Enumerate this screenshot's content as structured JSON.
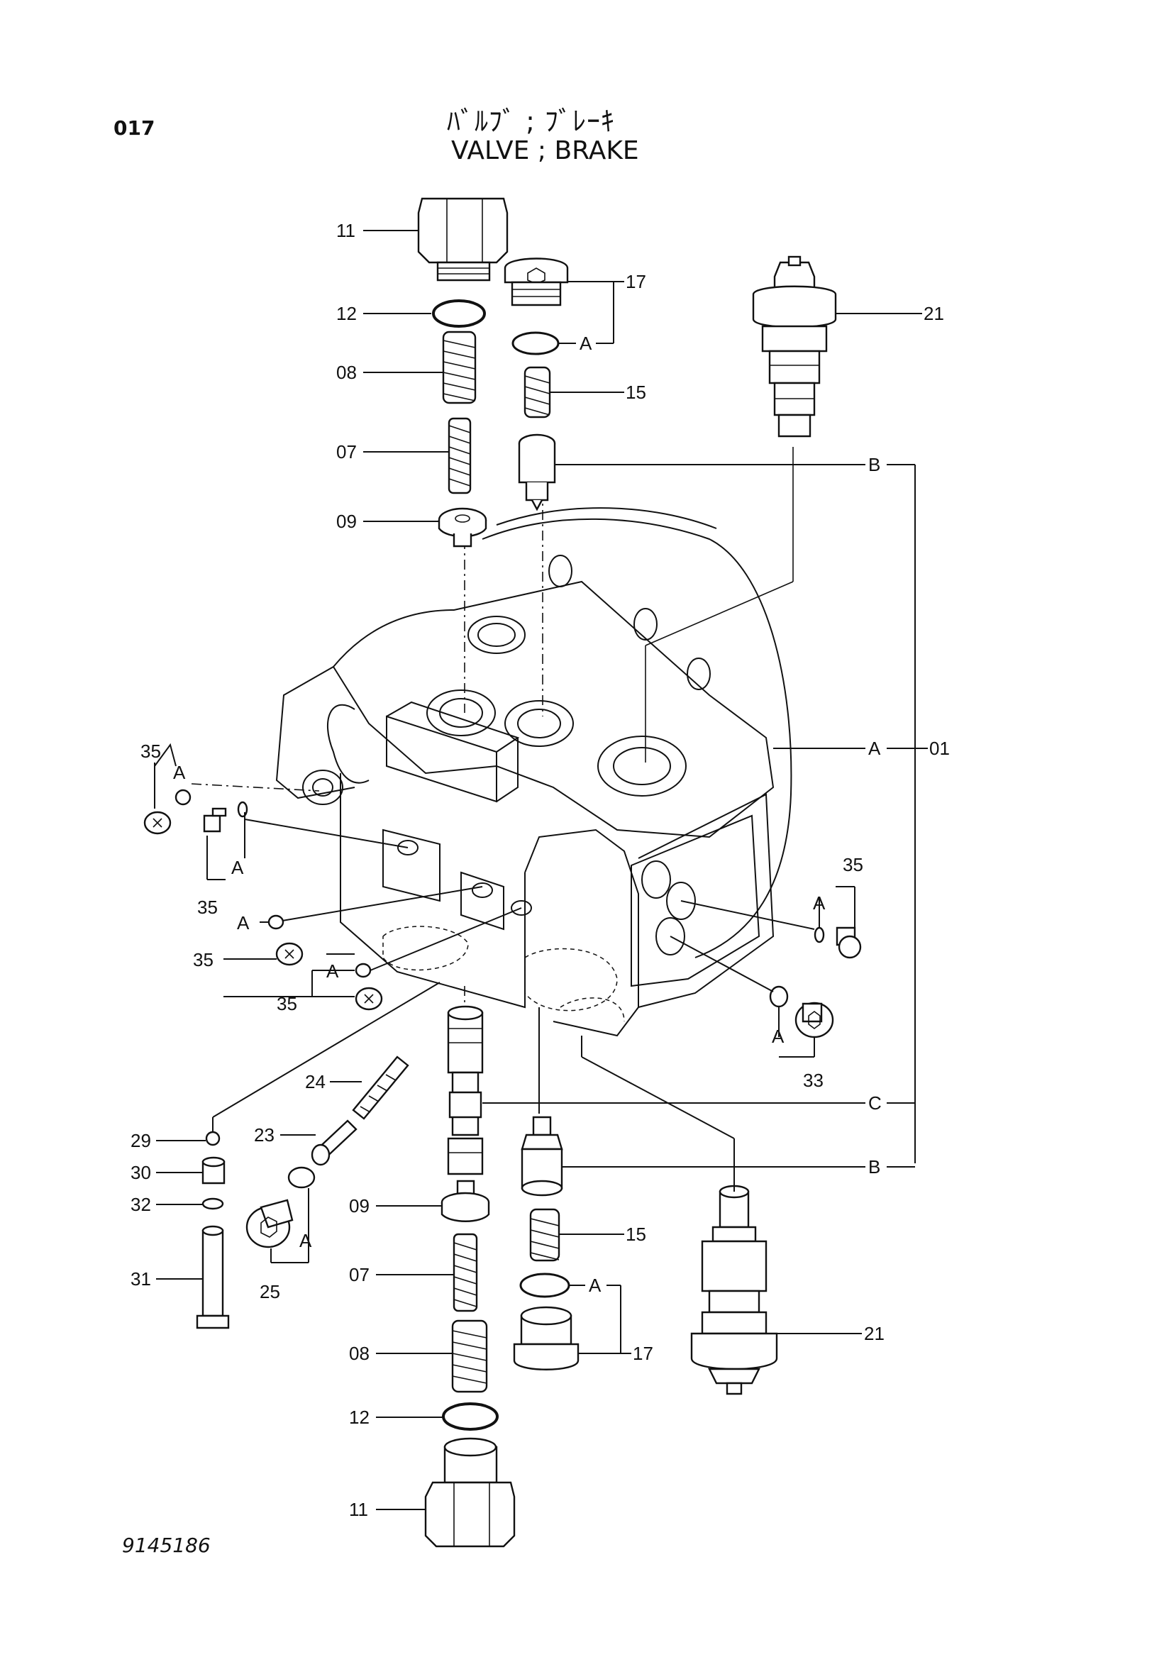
{
  "header": {
    "page_code": "017",
    "title_jp": "ﾊﾞﾙﾌﾞ ; ﾌﾞﾚｰｷ",
    "title_en": "VALVE ; BRAKE"
  },
  "footer": {
    "drawing_number": "9145186"
  },
  "callouts": {
    "c11_top": "11",
    "c12_top": "12",
    "c08_top": "08",
    "c07_top": "07",
    "c09_top": "09",
    "c17_top": "17",
    "c15_top": "15",
    "c21_top": "21",
    "a_17_top": "A",
    "b_top": "B",
    "a_body": "A",
    "c01": "01",
    "c35_l1": "35",
    "a_l1": "A",
    "c35_l2": "35",
    "a_l2": "A",
    "c35_l3": "35",
    "a_l3": "A",
    "c35_l4": "35",
    "a_l4": "A",
    "c35_r": "35",
    "a_r35": "A",
    "a_r33": "A",
    "c33": "33",
    "c_line": "C",
    "b_bottom": "B",
    "c24": "24",
    "c23": "23",
    "c29": "29",
    "c30": "30",
    "c32": "32",
    "c31": "31",
    "c25": "25",
    "a_25": "A",
    "c09_bot": "09",
    "c07_bot": "07",
    "c08_bot": "08",
    "c12_bot": "12",
    "c11_bot": "11",
    "c15_bot": "15",
    "a_17_bot": "A",
    "c17_bot": "17",
    "c21_bot": "21"
  }
}
